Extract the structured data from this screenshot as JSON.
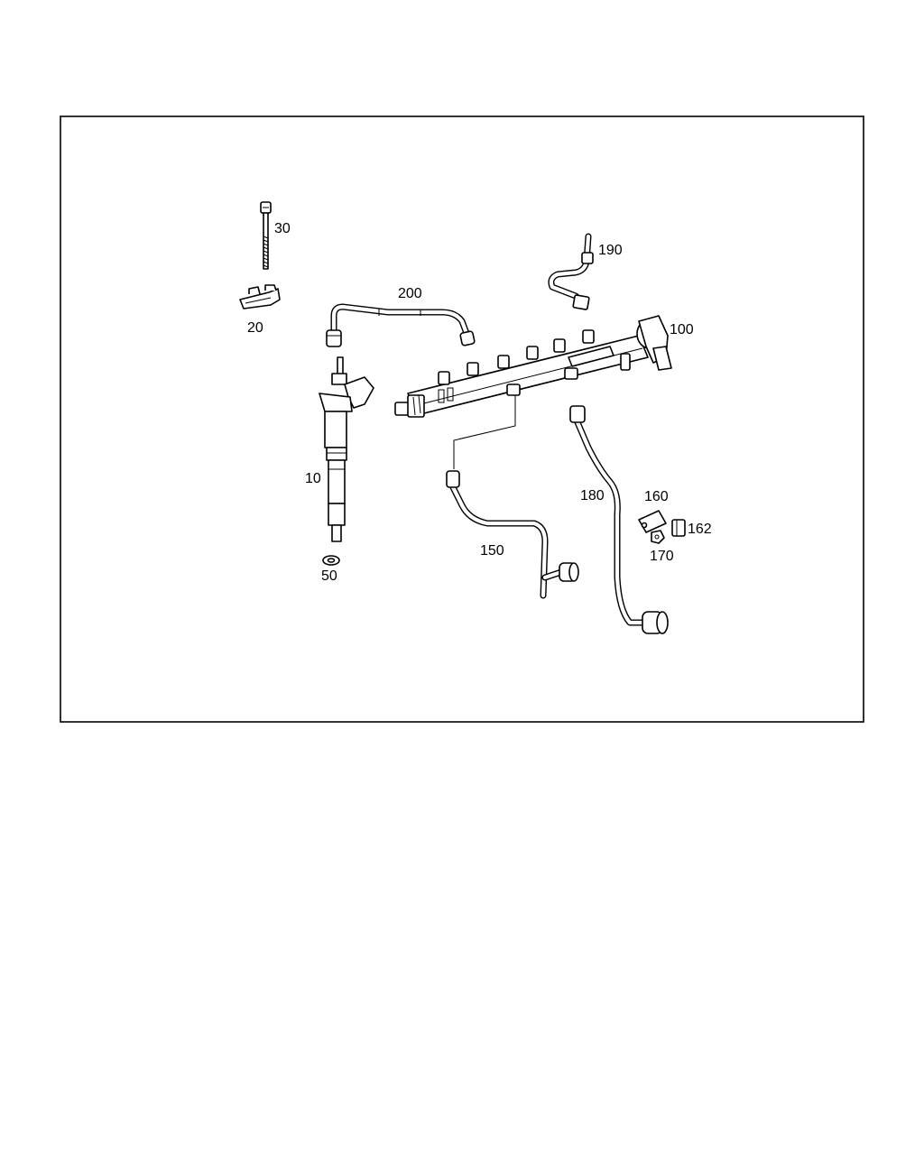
{
  "diagram": {
    "frame_color": "#000000",
    "callouts": [
      {
        "id": "p30",
        "label": "30"
      },
      {
        "id": "p20",
        "label": "20"
      },
      {
        "id": "p200",
        "label": "200"
      },
      {
        "id": "p190",
        "label": "190"
      },
      {
        "id": "p100",
        "label": "100"
      },
      {
        "id": "p10",
        "label": "10"
      },
      {
        "id": "p150",
        "label": "150"
      },
      {
        "id": "p180",
        "label": "180"
      },
      {
        "id": "p160",
        "label": "160"
      },
      {
        "id": "p162",
        "label": "162"
      },
      {
        "id": "p170",
        "label": "170"
      },
      {
        "id": "p50",
        "label": "50"
      }
    ]
  }
}
